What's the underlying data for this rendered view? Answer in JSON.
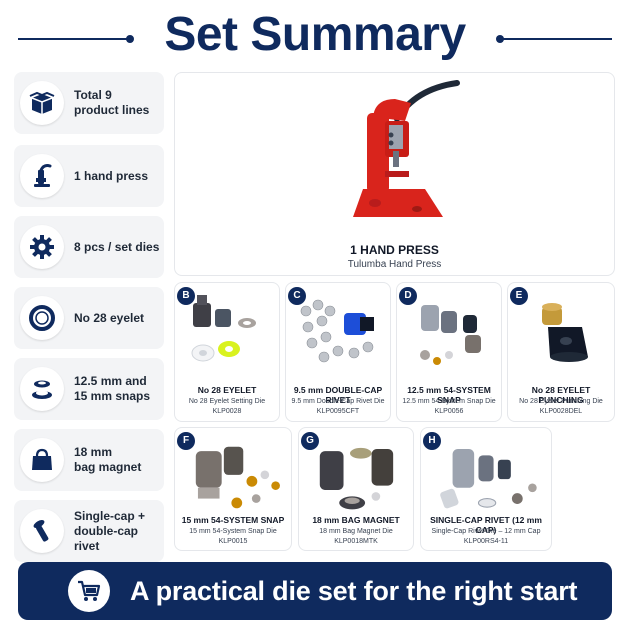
{
  "title": "Set Summary",
  "features": [
    {
      "label": "Total 9\nproduct lines",
      "icon": "box-icon"
    },
    {
      "label": "1 hand press",
      "icon": "hand-press-icon"
    },
    {
      "label": "8 pcs / set dies",
      "icon": "gear-icon"
    },
    {
      "label": "No 28 eyelet",
      "icon": "eyelet-ring-icon"
    },
    {
      "label": "12.5 mm and\n15 mm snaps",
      "icon": "snaps-icon"
    },
    {
      "label": "18 mm\nbag magnet",
      "icon": "bag-icon"
    },
    {
      "label": "Single-cap +\ndouble-cap rivet",
      "icon": "rivet-tool-icon"
    }
  ],
  "hero": {
    "title": "1 HAND PRESS",
    "subtitle": "Tulumba Hand Press"
  },
  "cards": [
    {
      "badge": "B",
      "title": "No 28 EYELET",
      "subtitle": "No 28 Eyelet Setting Die",
      "code": "KLP0028"
    },
    {
      "badge": "C",
      "title": "9.5 mm DOUBLE-CAP RIVET",
      "subtitle": "9.5 mm Double-Cap Rivet Die",
      "code": "KLP0095CFT"
    },
    {
      "badge": "D",
      "title": "12.5 mm 54-SYSTEM SNAP",
      "subtitle": "12.5 mm 54-System Snap Die",
      "code": "KLP0056"
    },
    {
      "badge": "E",
      "title": "No 28 EYELET PUNCHING",
      "subtitle": "No 28 Eyelet Punching Die",
      "code": "KLP0028DEL"
    },
    {
      "badge": "F",
      "title": "15 mm 54-SYSTEM SNAP",
      "subtitle": "15 mm 54-System Snap Die",
      "code": "KLP0015"
    },
    {
      "badge": "G",
      "title": "18 mm BAG MAGNET",
      "subtitle": "18 mm Bag Magnet Die",
      "code": "KLP0018MTK"
    },
    {
      "badge": "H",
      "title": "SINGLE-CAP RIVET (12 mm CAP)",
      "subtitle": "Single-Cap Rivet Die – 12 mm Cap",
      "code": "KLP00RS4-11"
    }
  ],
  "banner": {
    "text": "A practical die set for the right start",
    "icon": "cart-icon"
  },
  "colors": {
    "navy": "#0f2a5e",
    "press_red": "#d9241c",
    "panel_gray": "#f3f4f6"
  }
}
